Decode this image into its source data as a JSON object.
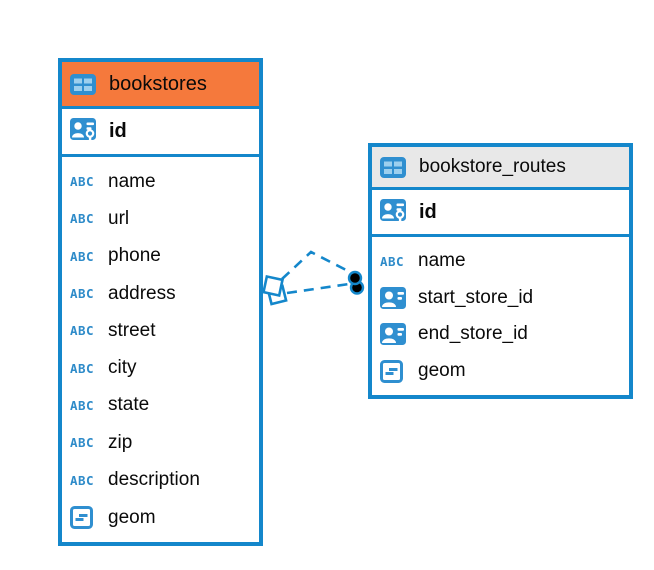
{
  "icons": {
    "abc_label": "ABC"
  },
  "colors": {
    "accent_blue": "#1487CB",
    "header_orange": "#F5793C",
    "header_gray": "#E8E8E8",
    "icon_blue": "#2F8FD0",
    "text": "#0A0A0A"
  },
  "tables": [
    {
      "name": "bookstores",
      "header_color": "#F5793C",
      "primary_key": {
        "name": "id",
        "type": "key"
      },
      "columns": [
        {
          "name": "name",
          "type": "text"
        },
        {
          "name": "url",
          "type": "text"
        },
        {
          "name": "phone",
          "type": "text"
        },
        {
          "name": "address",
          "type": "text"
        },
        {
          "name": "street",
          "type": "text"
        },
        {
          "name": "city",
          "type": "text"
        },
        {
          "name": "state",
          "type": "text"
        },
        {
          "name": "zip",
          "type": "text"
        },
        {
          "name": "description",
          "type": "text"
        },
        {
          "name": "geom",
          "type": "geometry"
        }
      ]
    },
    {
      "name": "bookstore_routes",
      "header_color": "#E8E8E8",
      "primary_key": {
        "name": "id",
        "type": "key"
      },
      "columns": [
        {
          "name": "name",
          "type": "text"
        },
        {
          "name": "start_store_id",
          "type": "reference"
        },
        {
          "name": "end_store_id",
          "type": "reference"
        },
        {
          "name": "geom",
          "type": "geometry"
        }
      ]
    }
  ],
  "relations": [
    {
      "from": "bookstores",
      "to": "bookstore_routes",
      "style": "dashed"
    },
    {
      "from": "bookstores",
      "to": "bookstore_routes",
      "style": "dashed"
    }
  ]
}
